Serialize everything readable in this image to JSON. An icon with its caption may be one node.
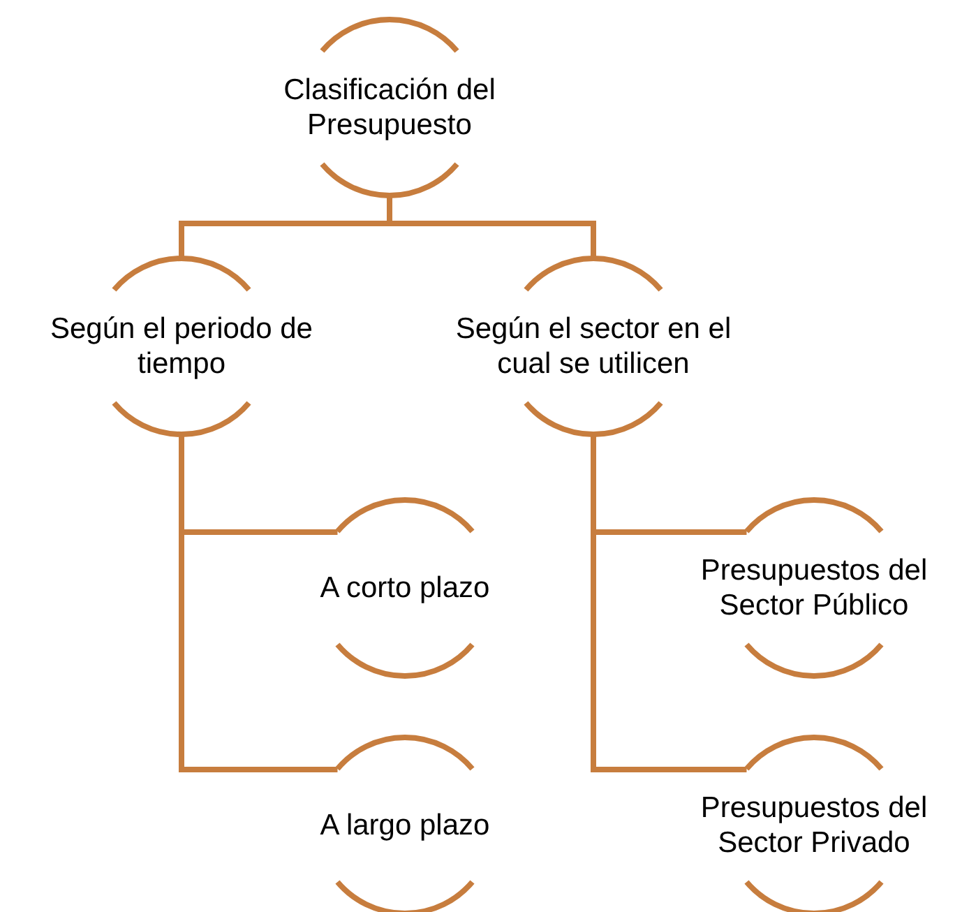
{
  "diagram": {
    "nodes": [
      {
        "text": [
          "Clasificación del Presupuesto"
        ]
      },
      {
        "text": [
          "Según el periodo de tiempo"
        ]
      },
      {
        "text": [
          "Según el sector en el cual se utilicen"
        ]
      },
      {
        "text": [
          "A corto plazo"
        ]
      },
      {
        "text": [
          "A largo plazo"
        ]
      },
      {
        "text": [
          "Presupuestos del Sector Público"
        ]
      },
      {
        "text": [
          "Presupuestos del Sector Privado"
        ]
      }
    ],
    "edges": [
      {
        "from": 0,
        "to": 1,
        "arrow": "none"
      },
      {
        "from": 0,
        "to": 2,
        "arrow": "none"
      },
      {
        "from": 1,
        "to": 3,
        "arrow": "none"
      },
      {
        "from": 1,
        "to": 4,
        "arrow": "none"
      },
      {
        "from": 2,
        "to": 5,
        "arrow": "none"
      },
      {
        "from": 2,
        "to": 6,
        "arrow": "none"
      }
    ]
  }
}
